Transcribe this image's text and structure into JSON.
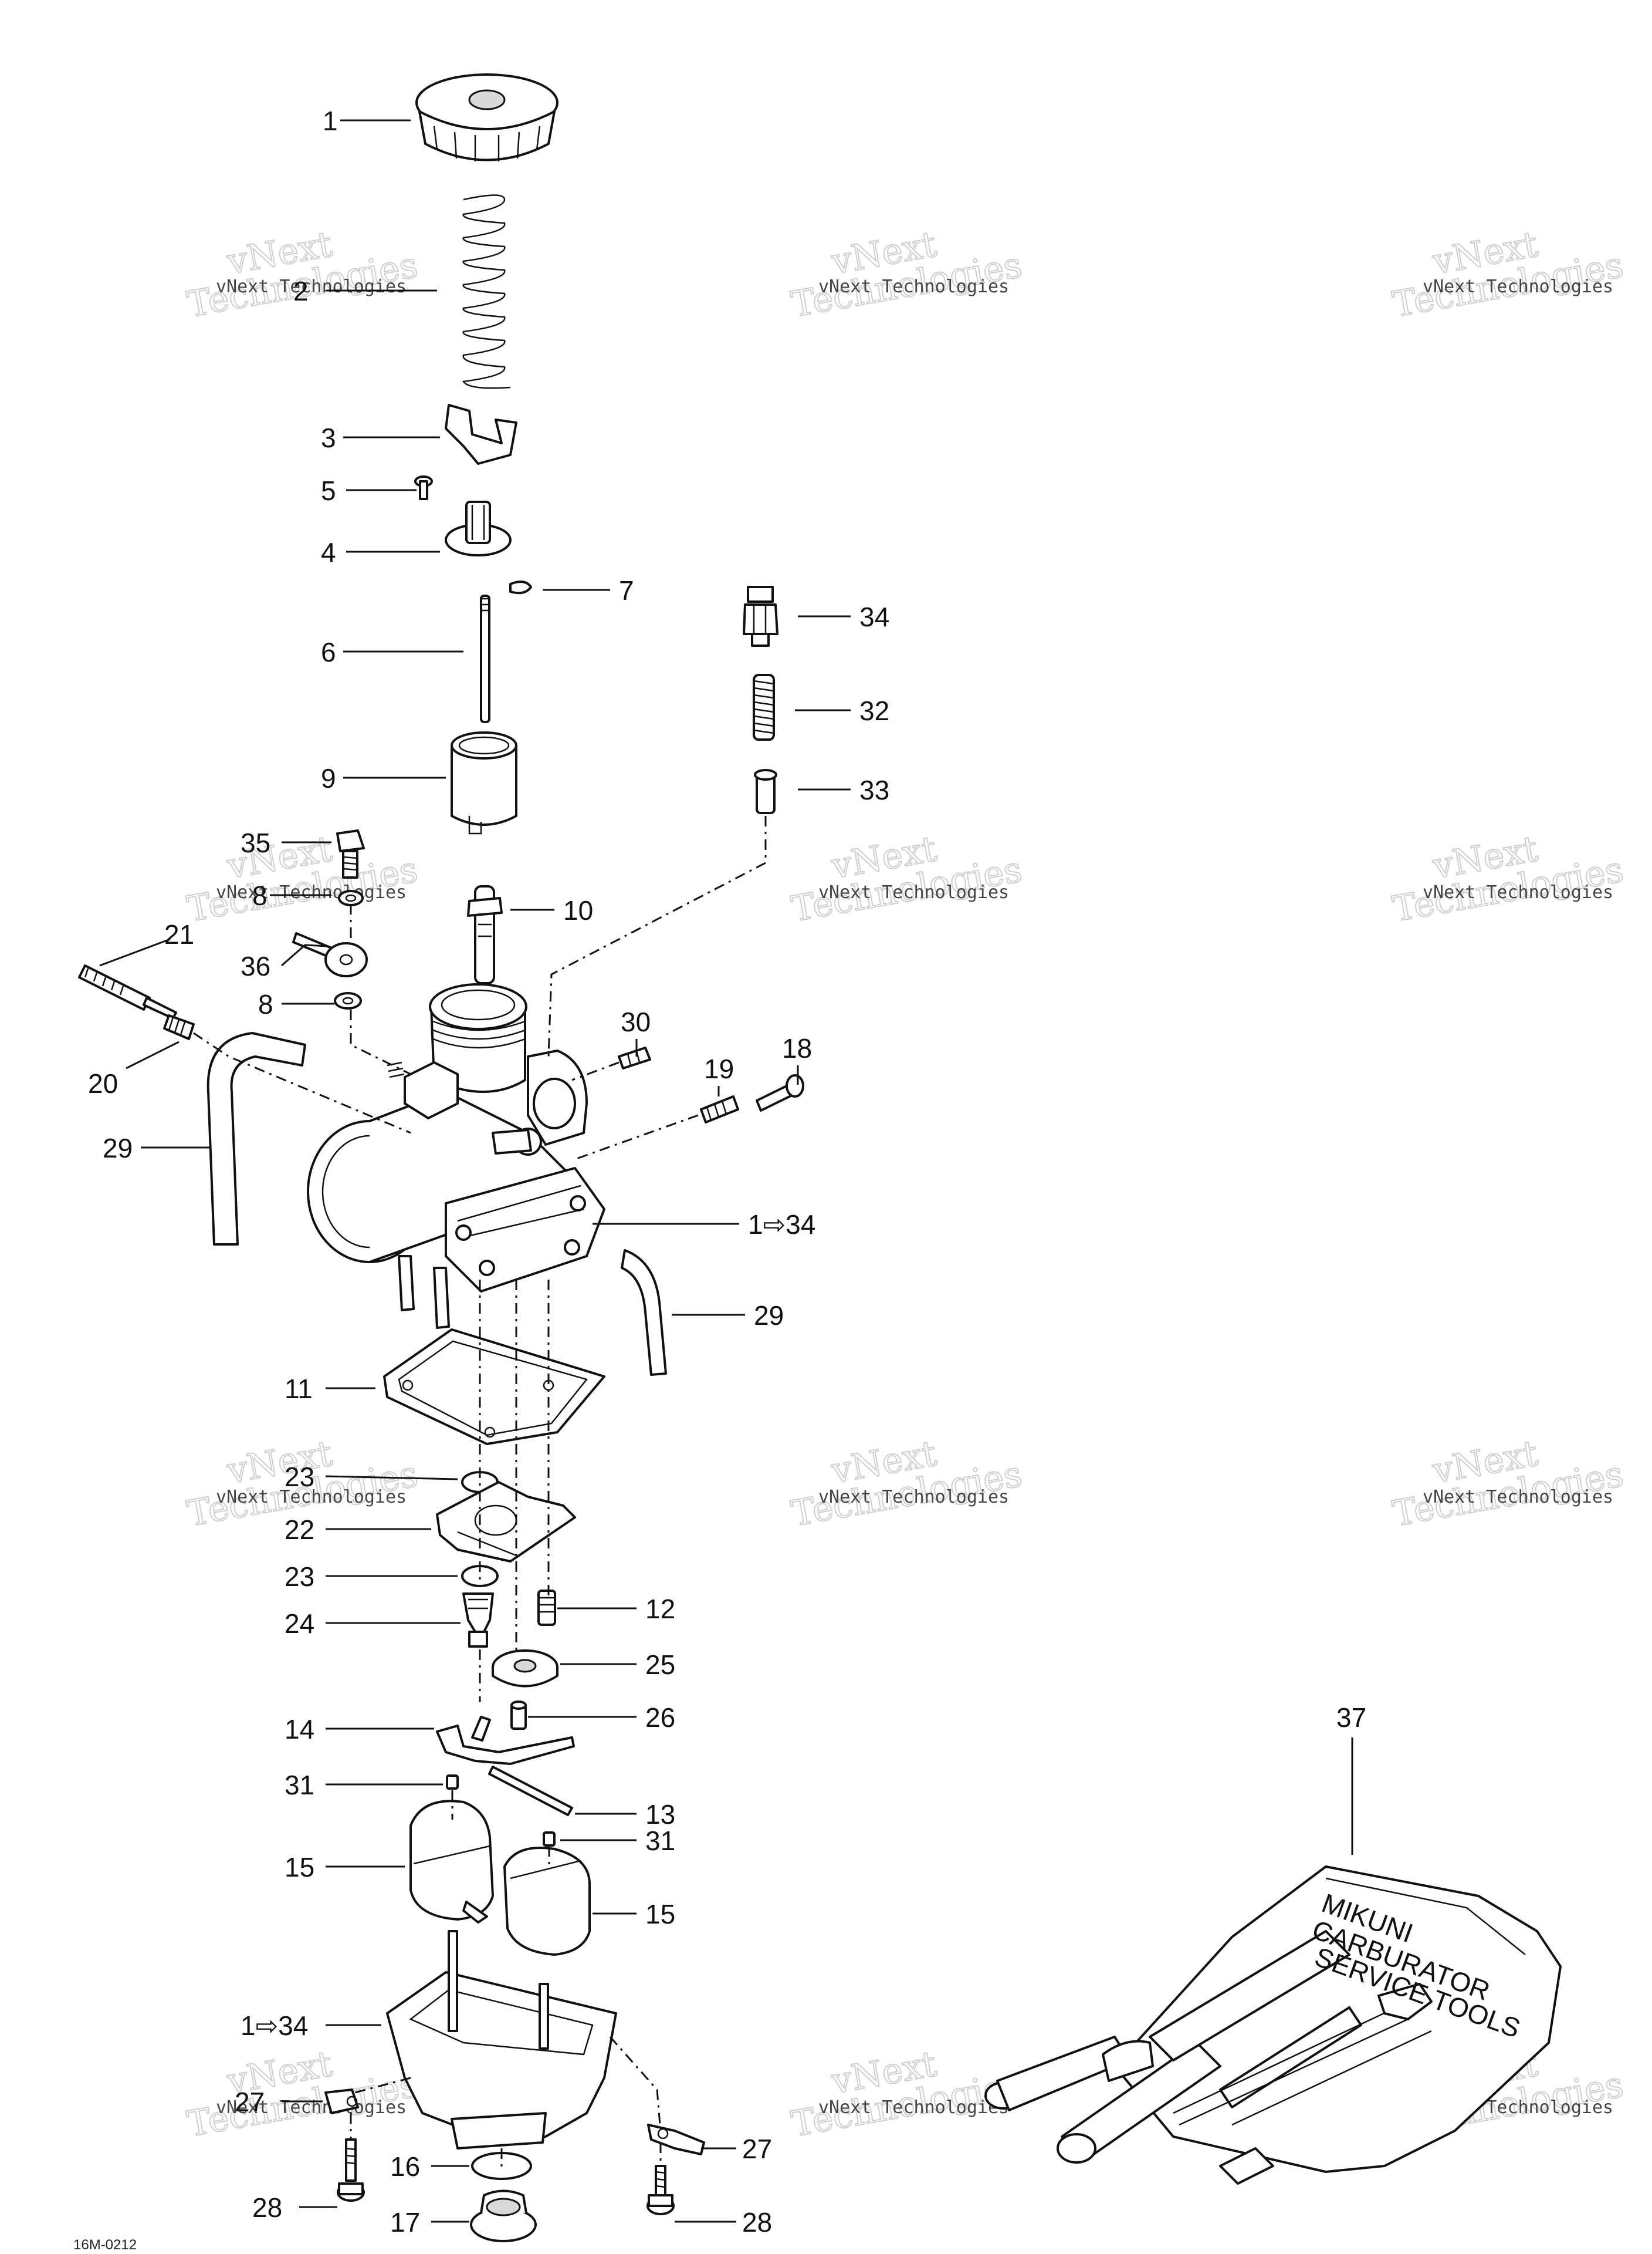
{
  "watermark": {
    "line1": "vNext",
    "line2": "Technologies",
    "small": "vNext Technologies"
  },
  "figure_code": "16M-0212",
  "tool_kit_label": {
    "line1": "MIKUNI",
    "line2": "CARBURATOR",
    "line3": "SERVICE TOOLS"
  },
  "callouts": [
    {
      "id": "c1",
      "text": "1"
    },
    {
      "id": "c2",
      "text": "2"
    },
    {
      "id": "c3",
      "text": "3"
    },
    {
      "id": "c5",
      "text": "5"
    },
    {
      "id": "c4",
      "text": "4"
    },
    {
      "id": "c7",
      "text": "7"
    },
    {
      "id": "c6",
      "text": "6"
    },
    {
      "id": "c34",
      "text": "34"
    },
    {
      "id": "c32",
      "text": "32"
    },
    {
      "id": "c33",
      "text": "33"
    },
    {
      "id": "c9",
      "text": "9"
    },
    {
      "id": "c35",
      "text": "35"
    },
    {
      "id": "c8a",
      "text": "8"
    },
    {
      "id": "c10",
      "text": "10"
    },
    {
      "id": "c21",
      "text": "21"
    },
    {
      "id": "c36",
      "text": "36"
    },
    {
      "id": "c8b",
      "text": "8"
    },
    {
      "id": "c30",
      "text": "30"
    },
    {
      "id": "c18",
      "text": "18"
    },
    {
      "id": "c19",
      "text": "19"
    },
    {
      "id": "c20",
      "text": "20"
    },
    {
      "id": "c29a",
      "text": "29"
    },
    {
      "id": "c1to34a",
      "text": "1⇨34"
    },
    {
      "id": "c29b",
      "text": "29"
    },
    {
      "id": "c11",
      "text": "11"
    },
    {
      "id": "c23a",
      "text": "23"
    },
    {
      "id": "c22",
      "text": "22"
    },
    {
      "id": "c23b",
      "text": "23"
    },
    {
      "id": "c12",
      "text": "12"
    },
    {
      "id": "c24",
      "text": "24"
    },
    {
      "id": "c25",
      "text": "25"
    },
    {
      "id": "c26",
      "text": "26"
    },
    {
      "id": "c14",
      "text": "14"
    },
    {
      "id": "c31a",
      "text": "31"
    },
    {
      "id": "c13",
      "text": "13"
    },
    {
      "id": "c31b",
      "text": "31"
    },
    {
      "id": "c15a",
      "text": "15"
    },
    {
      "id": "c15b",
      "text": "15"
    },
    {
      "id": "c37",
      "text": "37"
    },
    {
      "id": "c1to34b",
      "text": "1⇨34"
    },
    {
      "id": "c27a",
      "text": "27"
    },
    {
      "id": "c27b",
      "text": "27"
    },
    {
      "id": "c16",
      "text": "16"
    },
    {
      "id": "c28a",
      "text": "28"
    },
    {
      "id": "c28b",
      "text": "28"
    },
    {
      "id": "c17",
      "text": "17"
    }
  ]
}
